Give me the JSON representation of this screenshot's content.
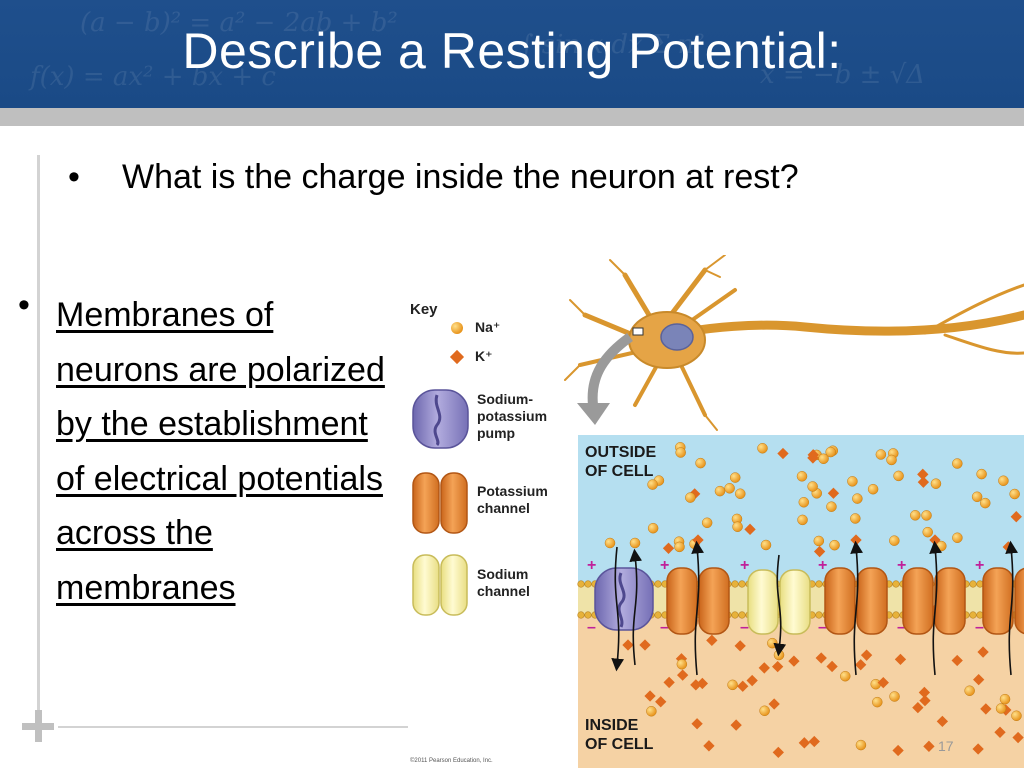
{
  "slide": {
    "title": "Describe a Resting Potential:",
    "bullet_symbol": "•",
    "question": "What is the charge inside the neuron at rest?",
    "body": "Membranes of neurons are polarized by the establishment of electrical potentials across the membranes",
    "page_number": "17"
  },
  "diagram": {
    "key": {
      "title": "Key",
      "na_label": "Na⁺",
      "k_label": "K⁺",
      "pump_label": "Sodium-\npotassium\npump",
      "k_channel_label": "Potassium\nchannel",
      "na_channel_label": "Sodium\nchannel"
    },
    "outside_label": "OUTSIDE\nOF CELL",
    "inside_label": "INSIDE\nOF CELL",
    "copyright": "©2011 Pearson Education, Inc."
  },
  "colors": {
    "title_bar": "#1f4f8c",
    "extracellular": "#b5dff0",
    "intracellular": "#f5d2a4",
    "na_ion": "#f0a830",
    "k_ion": "#e06a1e",
    "pump": "#8c86c4",
    "k_channel": "#e88a38",
    "na_channel": "#f6eea0",
    "charge_sign": "#c0209a"
  }
}
